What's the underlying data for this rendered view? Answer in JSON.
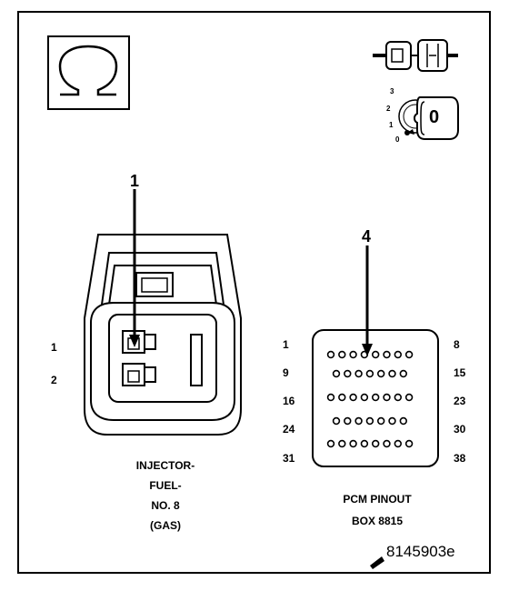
{
  "callouts": {
    "terminal_pointer": "1",
    "cavity_pointer": "4"
  },
  "key_symbol": {
    "key_label": "0",
    "positions": [
      "3",
      "2",
      "1",
      "0"
    ]
  },
  "injector_connector": {
    "pin_labels": [
      "1",
      "2"
    ],
    "caption": [
      "INJECTOR-",
      "FUEL-",
      "NO. 8",
      "(GAS)"
    ]
  },
  "pcm_connector": {
    "left_labels": [
      "1",
      "9",
      "16",
      "24",
      "31"
    ],
    "right_labels": [
      "8",
      "15",
      "23",
      "30",
      "38"
    ],
    "caption": [
      "PCM PINOUT",
      "BOX 8815"
    ],
    "rows": [
      8,
      7,
      8,
      7,
      8
    ]
  },
  "figure_id": "8145903e"
}
